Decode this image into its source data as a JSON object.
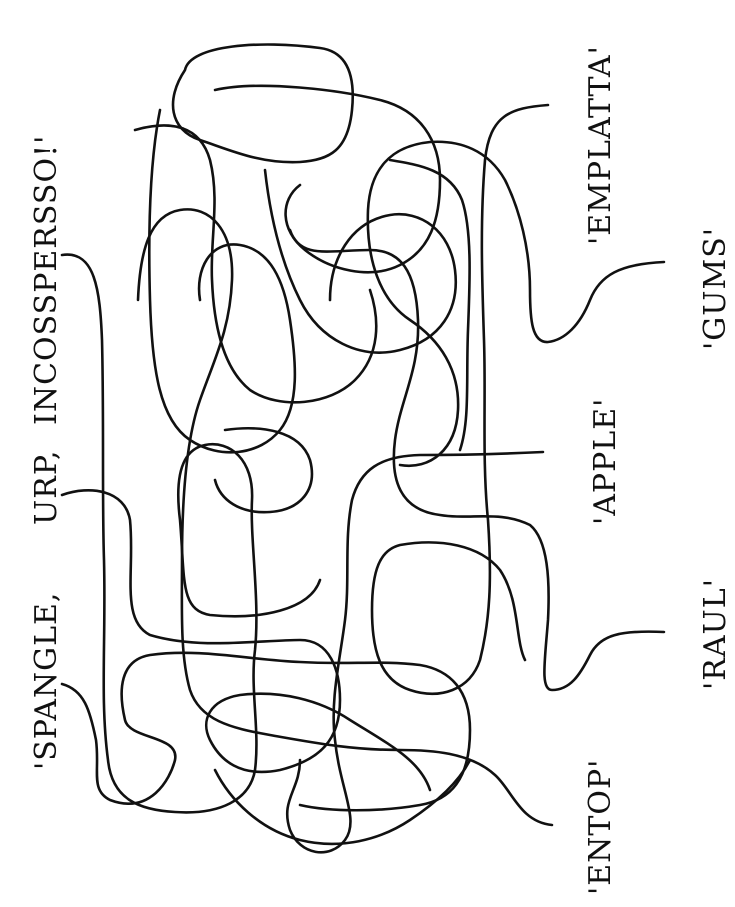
{
  "puzzle": {
    "left_labels": [
      "'SPANGLE,",
      "URP,",
      "INCOSSPERSSO!'"
    ],
    "right_labels": [
      "'EMPLATTA'",
      "'GUMS'",
      "'APPLE'",
      "'RAUL'",
      "'ENTOP'"
    ],
    "colors": {
      "line": "#111111",
      "background": "#ffffff"
    }
  }
}
